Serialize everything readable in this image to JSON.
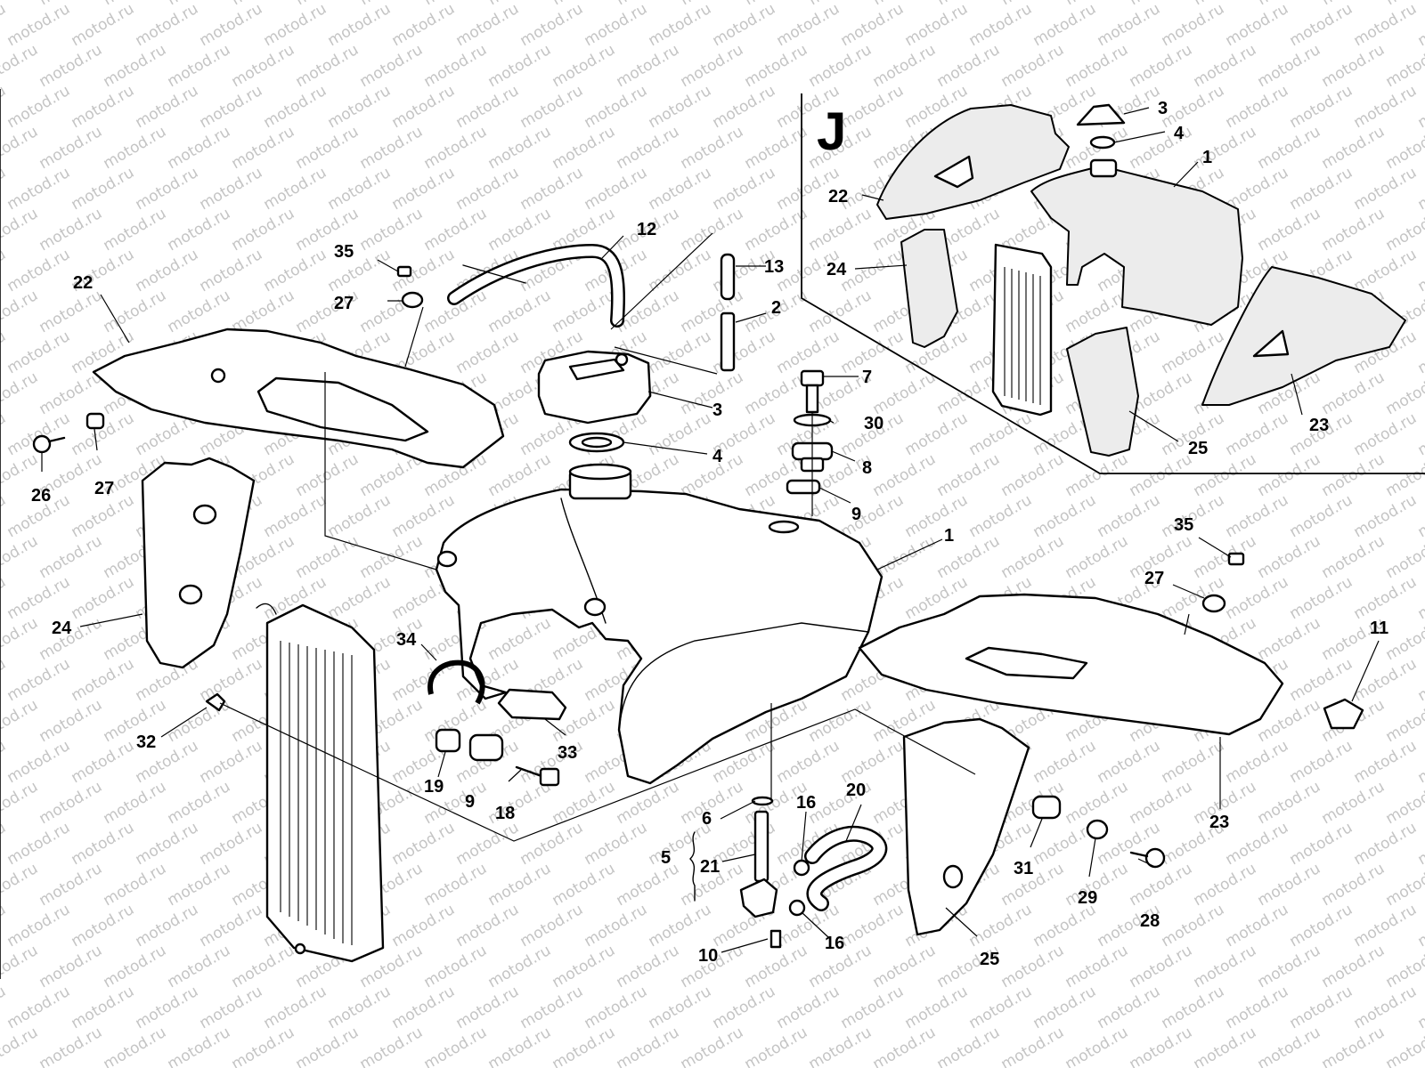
{
  "watermark": "motod.ru",
  "inset": {
    "letter": "J"
  },
  "callouts": {
    "main": {
      "c1": "1",
      "c2": "2",
      "c3": "3",
      "c4": "4",
      "c5": "5",
      "c6": "6",
      "c7": "7",
      "c8": "8",
      "c9a": "9",
      "c9b": "9",
      "c10": "10",
      "c11": "11",
      "c12": "12",
      "c13": "13",
      "c16a": "16",
      "c16b": "16",
      "c18": "18",
      "c19": "19",
      "c20": "20",
      "c21": "21",
      "c22": "22",
      "c23": "23",
      "c24": "24",
      "c25": "25",
      "c26": "26",
      "c27a": "27",
      "c27b": "27",
      "c27c": "27",
      "c28": "28",
      "c29": "29",
      "c30": "30",
      "c31": "31",
      "c32": "32",
      "c33": "33",
      "c34": "34",
      "c35a": "35",
      "c35b": "35"
    },
    "inset": {
      "c3": "3",
      "c4": "4",
      "c1": "1",
      "c22": "22",
      "c24": "24",
      "c23": "23",
      "c25": "25"
    }
  }
}
